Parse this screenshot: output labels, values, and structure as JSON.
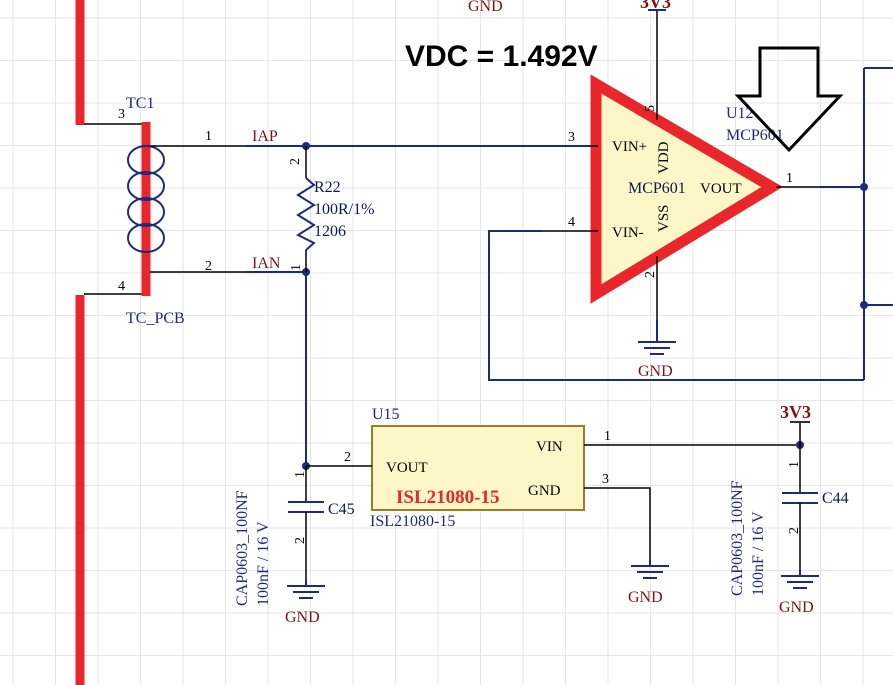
{
  "annotation": {
    "text": "VDC = 1.492V"
  },
  "nets": {
    "iap": "IAP",
    "ian": "IAN",
    "gnd": "GND",
    "v3v3": "3V3"
  },
  "tc1": {
    "ref": "TC1",
    "footprint": "TC_PCB",
    "pins": {
      "p1": "1",
      "p2": "2",
      "p3": "3",
      "p4": "4"
    }
  },
  "r22": {
    "ref": "R22",
    "value": "100R/1%",
    "package": "1206",
    "pins": {
      "top": "2",
      "bottom": "1"
    }
  },
  "u12": {
    "ref": "U12",
    "part": "MCP601",
    "body_label": "MCP601",
    "vin_plus": "VIN+",
    "vin_minus": "VIN-",
    "vout": "VOUT",
    "vdd": "VDD",
    "vss": "VSS",
    "pins": {
      "vin_plus": "3",
      "vin_minus": "4",
      "vout": "1",
      "vdd": "5",
      "vss": "2"
    }
  },
  "u15": {
    "ref": "U15",
    "part": "ISL21080-15",
    "body_label": "ISL21080-15",
    "vin": "VIN",
    "vout": "VOUT",
    "gnd": "GND",
    "pins": {
      "vin": "1",
      "vout": "2",
      "gnd": "3"
    }
  },
  "c45": {
    "ref": "C45",
    "footprint": "CAP0603_100NF",
    "value": "100nF / 16 V",
    "pins": {
      "top": "1",
      "bottom": "2"
    }
  },
  "c44": {
    "ref": "C44",
    "footprint": "CAP0603_100NF",
    "value": "100nF / 16 V",
    "pins": {
      "top": "1",
      "bottom": "2"
    }
  },
  "colors": {
    "wire": "#1f2a7a",
    "highlight": "#e8262b",
    "net_label": "#7a1414",
    "ic_fill": "#fdf6c6",
    "ic_border": "#a07a2a",
    "grid": "#e6e6e6"
  },
  "icons": {
    "arrow": "down-arrow-icon",
    "ground": "ground-icon"
  }
}
